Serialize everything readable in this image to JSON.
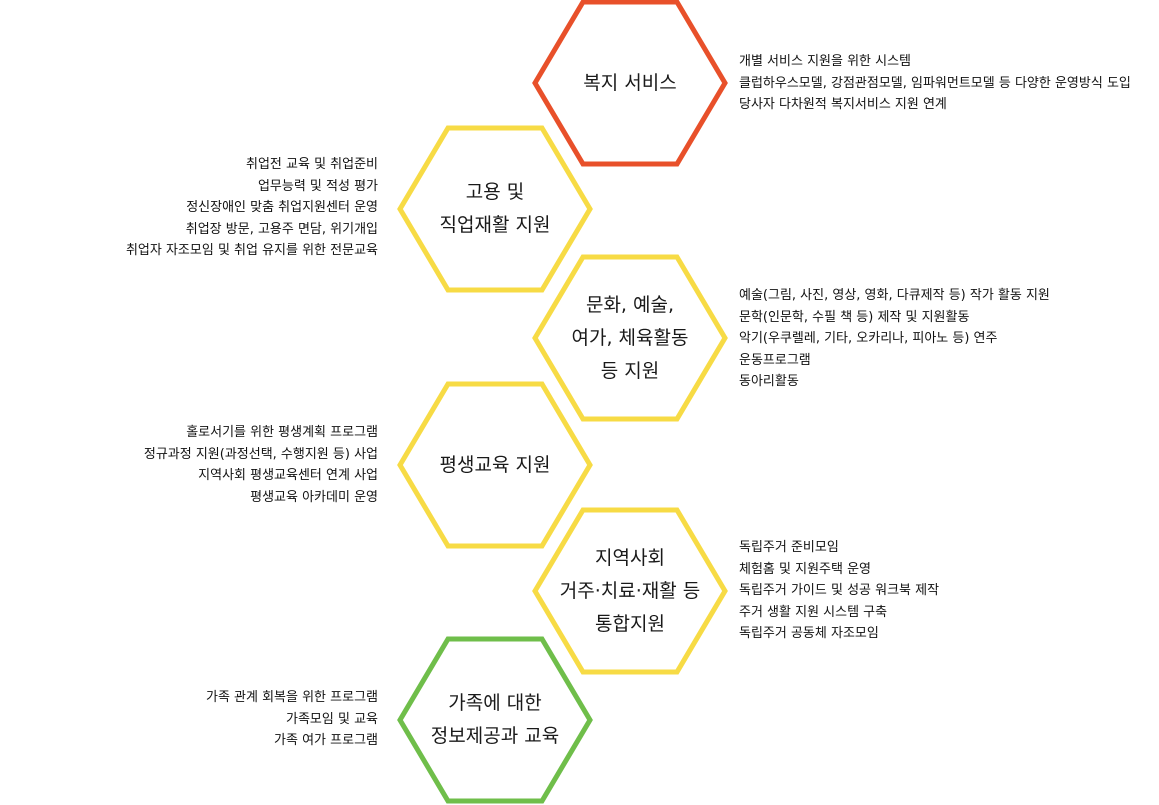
{
  "colors": {
    "red": "#E8502A",
    "yellow": "#F7DB45",
    "green": "#6FBE4A"
  },
  "hexagons": [
    {
      "id": "welfare-service",
      "color_key": "red",
      "label_lines": [
        "복지 서비스"
      ],
      "desc_side": "right",
      "desc": [
        "개별 서비스 지원을 위한 시스템",
        "클럽하우스모델, 강점관점모델, 임파워먼트모델 등 다양한 운영방식 도입",
        "당사자 다차원적 복지서비스 지원 연계"
      ]
    },
    {
      "id": "employment",
      "color_key": "yellow",
      "label_lines": [
        "고용 및",
        "직업재활 지원"
      ],
      "desc_side": "left",
      "desc": [
        "취업전 교육 및 취업준비",
        "업무능력 및 적성 평가",
        "정신장애인 맞춤 취업지원센터 운영",
        "취업장 방문, 고용주 면담, 위기개입",
        "취업자 자조모임 및 취업 유지를 위한 전문교육"
      ]
    },
    {
      "id": "culture-arts",
      "color_key": "yellow",
      "label_lines": [
        "문화, 예술,",
        "여가, 체육활동",
        "등 지원"
      ],
      "desc_side": "right",
      "desc": [
        "예술(그림, 사진, 영상, 영화, 다큐제작 등) 작가 활동 지원",
        "문학(인문학, 수필 책 등) 제작 및 지원활동",
        "악기(우쿠렐레, 기타, 오카리나, 피아노 등) 연주",
        "운동프로그램",
        "동아리활동"
      ]
    },
    {
      "id": "lifelong-education",
      "color_key": "yellow",
      "label_lines": [
        "평생교육 지원"
      ],
      "desc_side": "left",
      "desc": [
        "홀로서기를 위한 평생계획 프로그램",
        "정규과정 지원(과정선택, 수행지원 등) 사업",
        "지역사회 평생교육센터 연계 사업",
        "평생교육 아카데미 운영"
      ]
    },
    {
      "id": "community-housing",
      "color_key": "yellow",
      "label_lines": [
        "지역사회",
        "거주·치료·재활 등",
        "통합지원"
      ],
      "desc_side": "right",
      "desc": [
        "독립주거 준비모임",
        "체험홈 및 지원주택 운영",
        "독립주거 가이드 및 성공 워크북 제작",
        "주거 생활 지원 시스템 구축",
        "독립주거 공동체 자조모임"
      ]
    },
    {
      "id": "family-support",
      "color_key": "green",
      "label_lines": [
        "가족에 대한",
        "정보제공과 교육"
      ],
      "desc_side": "left",
      "desc": [
        "가족 관계 회복을 위한 프로그램",
        "가족모임 및 교육",
        "가족 여가 프로그램"
      ]
    }
  ]
}
